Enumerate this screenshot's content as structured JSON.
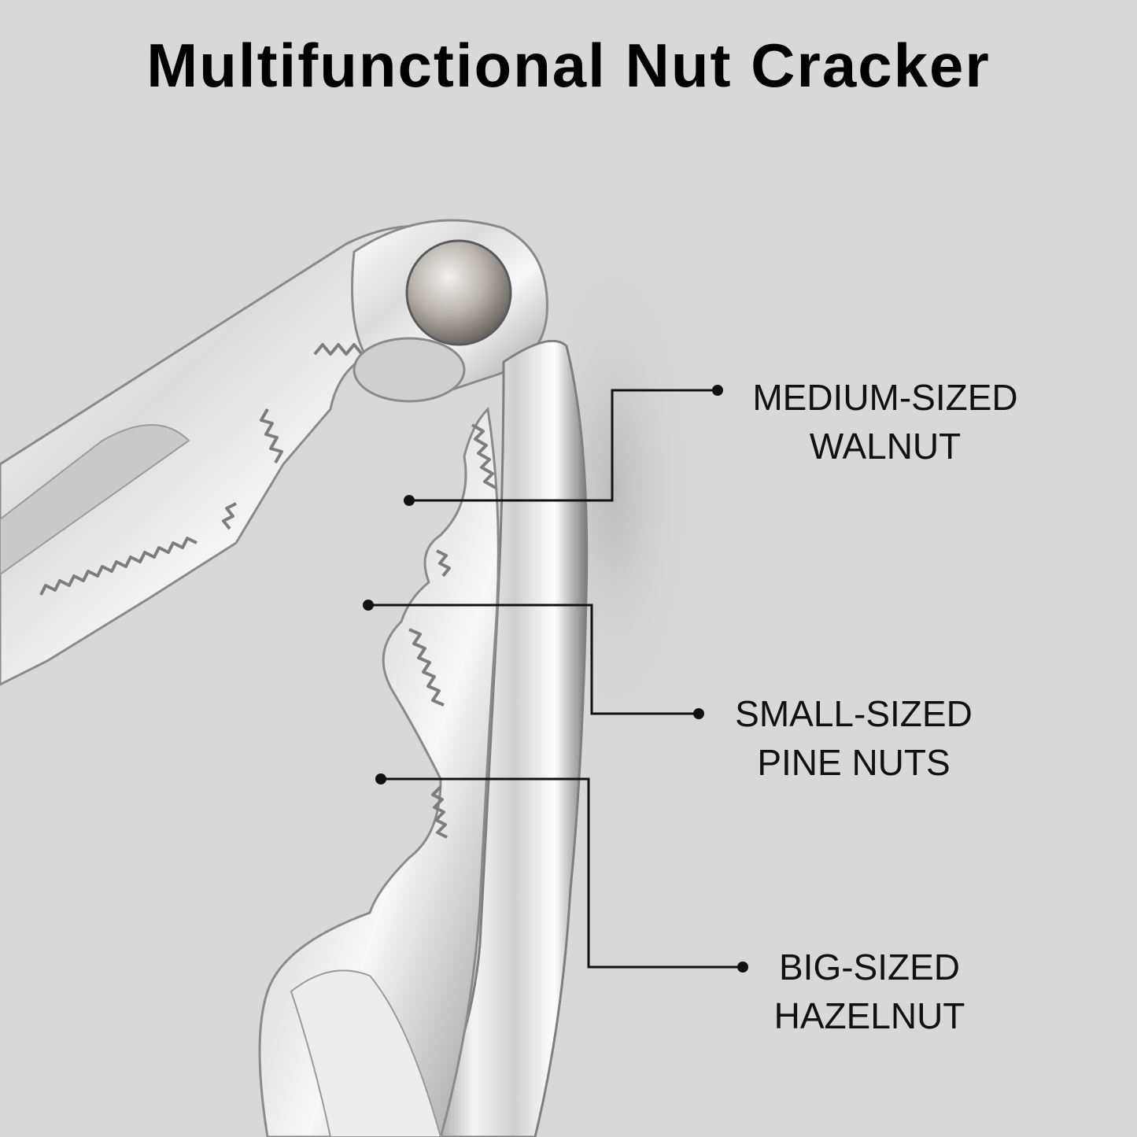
{
  "title": "Multifunctional Nut Cracker",
  "callouts": [
    {
      "line1": "MEDIUM-SIZED",
      "line2": "WALNUT"
    },
    {
      "line1": "SMALL-SIZED",
      "line2": "PINE NUTS"
    },
    {
      "line1": "BIG-SIZED",
      "line2": "HAZELNUT"
    }
  ],
  "colors": {
    "background": "#d8d8d8",
    "metal_light": "#f4f4f4",
    "metal_mid": "#bdbdbd",
    "metal_dark": "#6e6e6e",
    "callout_line": "#111111"
  }
}
